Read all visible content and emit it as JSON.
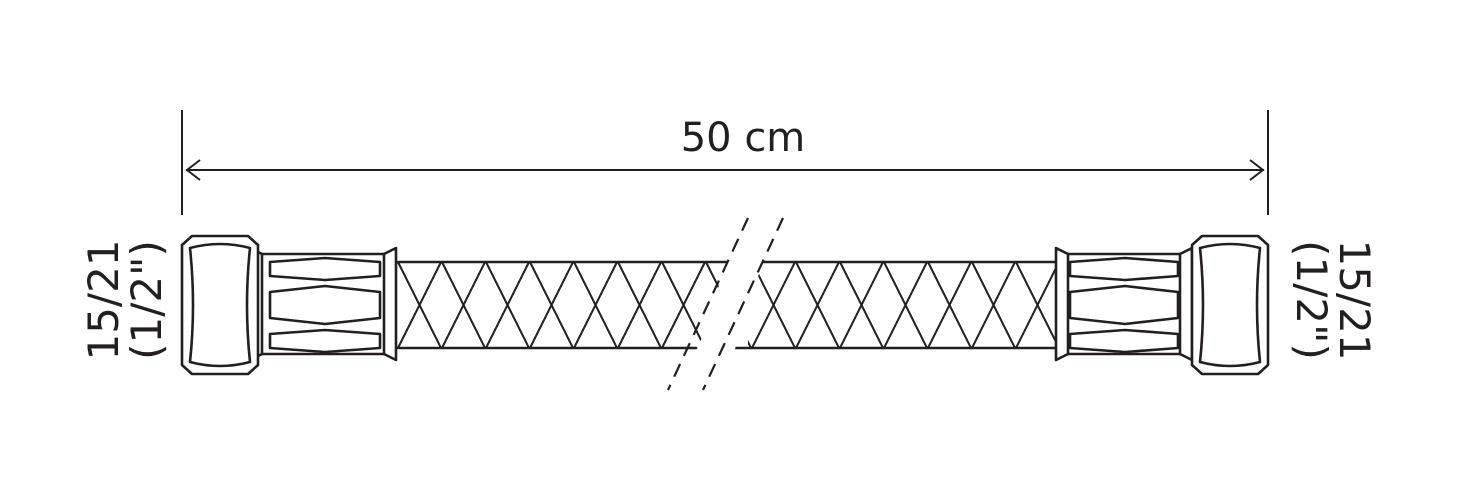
{
  "dimension": {
    "length_label": "50 cm"
  },
  "left_fitting": {
    "size_line1": "15/21",
    "size_line2": "(1/2\")"
  },
  "right_fitting": {
    "size_line1": "15/21",
    "size_line2": "(1/2\")"
  },
  "colors": {
    "stroke": "#231f20",
    "background": "#ffffff"
  }
}
